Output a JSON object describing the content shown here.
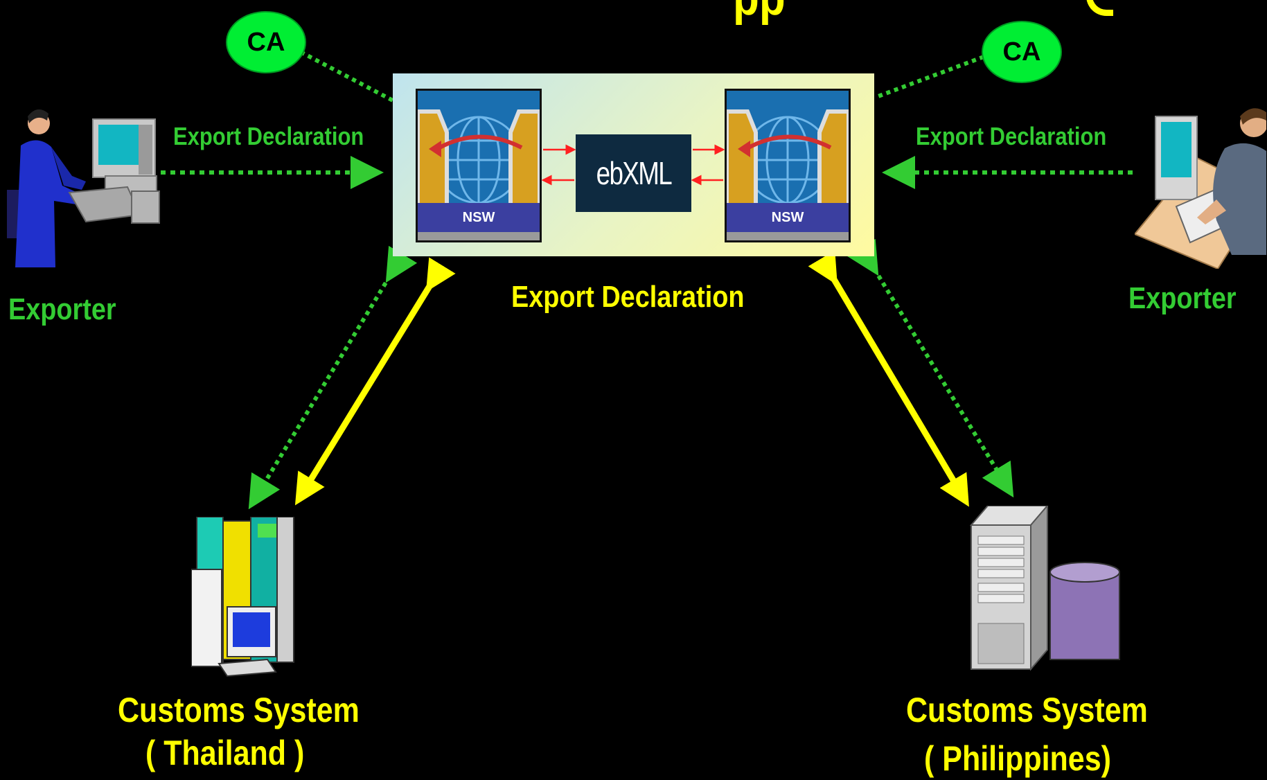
{
  "top_cropped_text": "pp",
  "hub": {
    "nsw_left_label": "NSW",
    "nsw_right_label": "NSW",
    "ebxml_logo": "ebXML",
    "caption": "Export Declaration"
  },
  "left": {
    "ca_label": "CA",
    "arrow_label": "Export Declaration",
    "actor_label": "Exporter"
  },
  "right": {
    "ca_label": "CA",
    "arrow_label": "Export Declaration",
    "actor_label": "Exporter"
  },
  "customs_thailand": {
    "line1": "Customs System",
    "line2": "( Thailand )"
  },
  "customs_philippines": {
    "line1": "Customs System",
    "line2": "( Philippines)"
  },
  "colors": {
    "background": "#000000",
    "label_green": "#33cc33",
    "label_yellow": "#ffff00",
    "ca_fill": "#00ee33",
    "link_red": "#ff2020"
  }
}
